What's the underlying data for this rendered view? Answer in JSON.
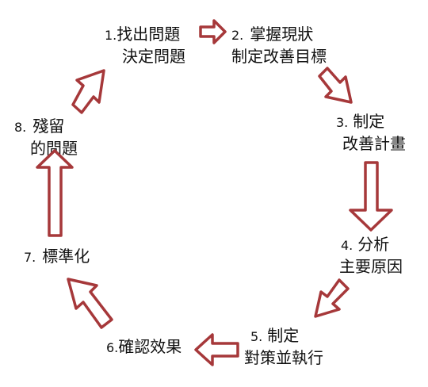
{
  "diagram": {
    "steps": [
      {
        "num": "1.",
        "lines": [
          "找出問題",
          "決定問題"
        ]
      },
      {
        "num": "2.",
        "lines": [
          "掌握現狀",
          "制定改善目標"
        ]
      },
      {
        "num": "3.",
        "lines": [
          "制定",
          "改善計畫"
        ]
      },
      {
        "num": "4.",
        "lines": [
          "分析",
          "主要原因"
        ]
      },
      {
        "num": "5.",
        "lines": [
          "制定",
          "對策並執行"
        ]
      },
      {
        "num": "6.",
        "lines": [
          "確認效果"
        ]
      },
      {
        "num": "7.",
        "lines": [
          "標準化"
        ]
      },
      {
        "num": "8.",
        "lines": [
          "殘留",
          "的問題"
        ]
      }
    ],
    "arrow_color": "#a6383a",
    "arrow_icon": "outlined-block-arrow"
  }
}
